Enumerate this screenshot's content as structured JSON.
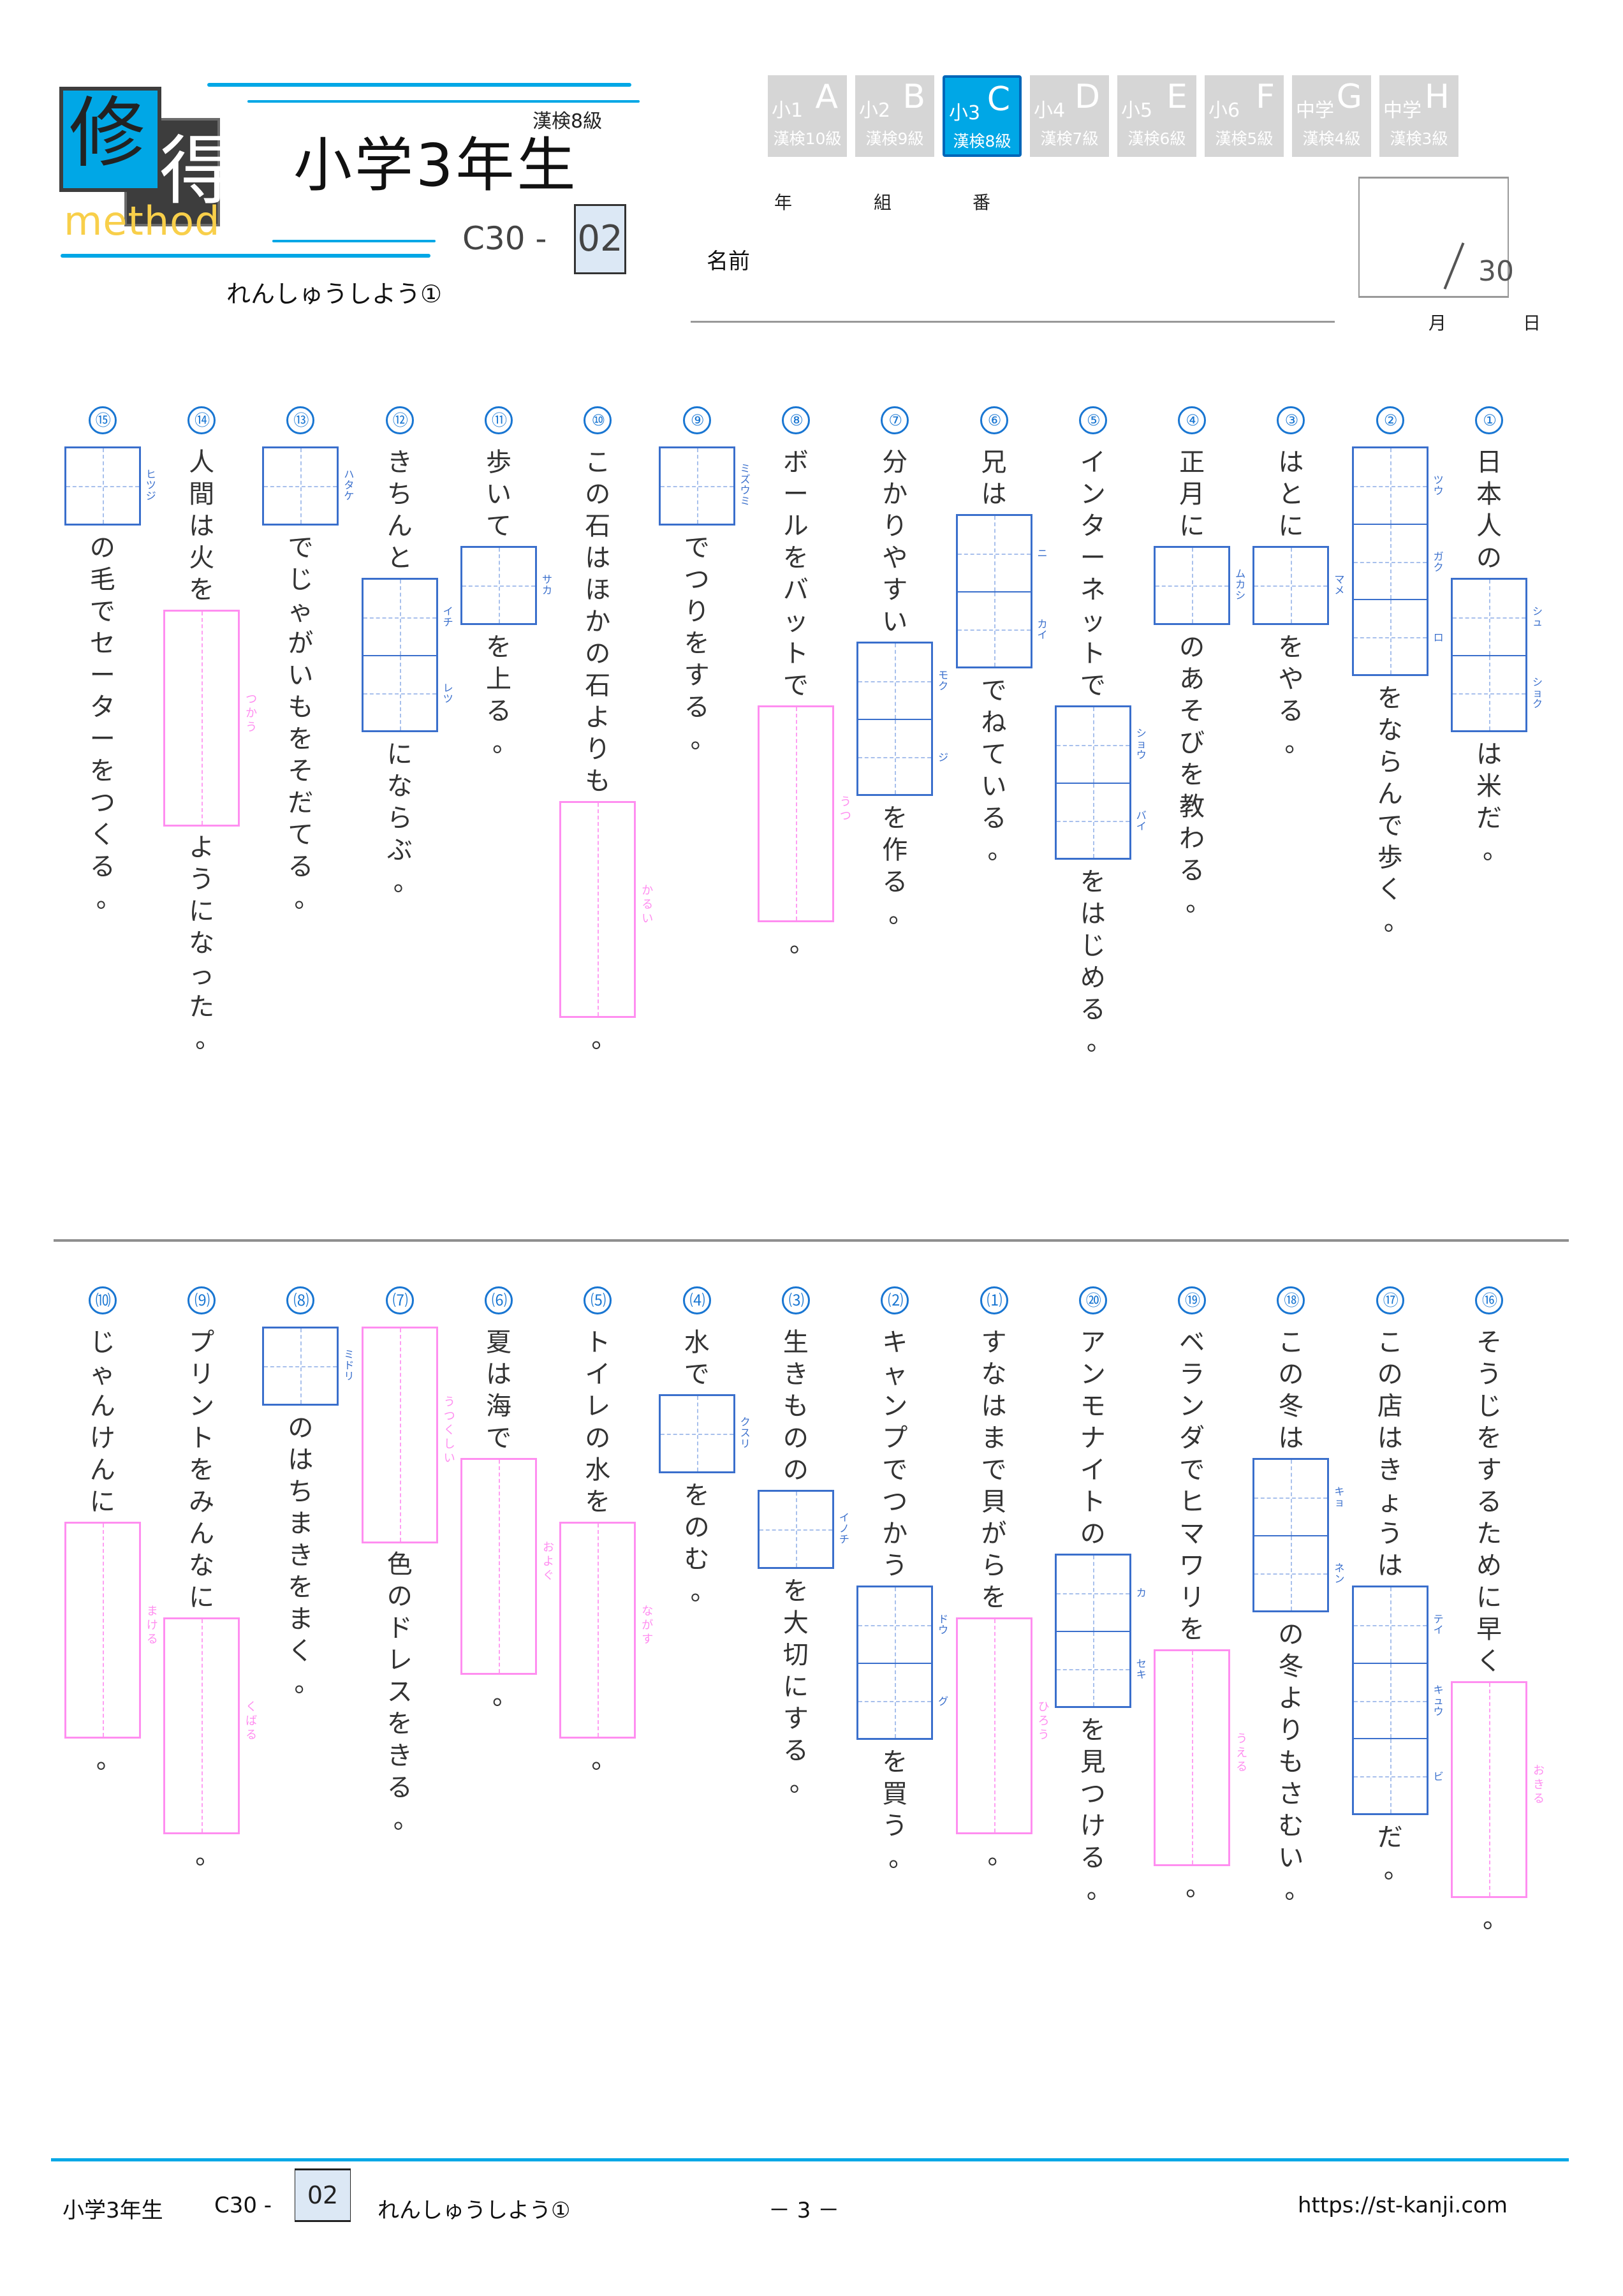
{
  "header": {
    "logo": {
      "kanji1": "修",
      "kanji2": "得",
      "word": "method"
    },
    "title": "小学3年生",
    "grade_label": "漢検8級",
    "code_prefix": "C30 -",
    "code_number": "02",
    "subtitle": "れんしゅうしよう①"
  },
  "level_tabs": [
    {
      "grade": "小1",
      "letter": "A",
      "kentei": "漢検10級",
      "active": false
    },
    {
      "grade": "小2",
      "letter": "B",
      "kentei": "漢検9級",
      "active": false
    },
    {
      "grade": "小3",
      "letter": "C",
      "kentei": "漢検8級",
      "active": true
    },
    {
      "grade": "小4",
      "letter": "D",
      "kentei": "漢検7級",
      "active": false
    },
    {
      "grade": "小5",
      "letter": "E",
      "kentei": "漢検6級",
      "active": false
    },
    {
      "grade": "小6",
      "letter": "F",
      "kentei": "漢検5級",
      "active": false
    },
    {
      "grade": "中学",
      "letter": "G",
      "kentei": "漢検4級",
      "active": false
    },
    {
      "grade": "中学",
      "letter": "H",
      "kentei": "漢検3級",
      "active": false
    }
  ],
  "student": {
    "year_label": "年",
    "class_label": "組",
    "number_label": "番",
    "name_label": "名前",
    "score_total": "30",
    "month_label": "月",
    "day_label": "日"
  },
  "colors": {
    "accent": "#00a7e6",
    "kanji_box": "#3a6fcc",
    "okurigana_box": "#ff8ef0",
    "number_circle": "#1976d2"
  },
  "questions": [
    {
      "num": "1",
      "segments": [
        {
          "t": "text",
          "v": "日本人の"
        },
        {
          "t": "kanji",
          "ruby": [
            "シュ",
            "ショク"
          ]
        },
        {
          "t": "text",
          "v": "は米だ。"
        }
      ]
    },
    {
      "num": "2",
      "segments": [
        {
          "t": "kanji",
          "ruby": [
            "ツウ",
            "ガク",
            "ロ"
          ]
        },
        {
          "t": "text",
          "v": "をならんで歩く。"
        }
      ]
    },
    {
      "num": "3",
      "segments": [
        {
          "t": "text",
          "v": "はとに"
        },
        {
          "t": "kanji",
          "ruby": [
            "マメ"
          ]
        },
        {
          "t": "text",
          "v": "をやる。"
        }
      ]
    },
    {
      "num": "4",
      "segments": [
        {
          "t": "text",
          "v": "正月に"
        },
        {
          "t": "kanji",
          "ruby": [
            "ムカシ"
          ]
        },
        {
          "t": "text",
          "v": "のあそびを教わる。"
        }
      ]
    },
    {
      "num": "5",
      "segments": [
        {
          "t": "text",
          "v": "インターネットで"
        },
        {
          "t": "kanji",
          "ruby": [
            "ショウ",
            "バイ"
          ]
        },
        {
          "t": "text",
          "v": "をはじめる。"
        }
      ]
    },
    {
      "num": "6",
      "segments": [
        {
          "t": "text",
          "v": "兄は"
        },
        {
          "t": "kanji",
          "ruby": [
            "ニ",
            "カイ"
          ]
        },
        {
          "t": "text",
          "v": "でねている。"
        }
      ]
    },
    {
      "num": "7",
      "segments": [
        {
          "t": "text",
          "v": "分かりやすい"
        },
        {
          "t": "kanji",
          "ruby": [
            "モク",
            "ジ"
          ]
        },
        {
          "t": "text",
          "v": "を作る。"
        }
      ]
    },
    {
      "num": "8",
      "segments": [
        {
          "t": "text",
          "v": "ボールをバットで"
        },
        {
          "t": "okuri",
          "ruby": "うつ"
        },
        {
          "t": "text",
          "v": "。"
        }
      ]
    },
    {
      "num": "9",
      "segments": [
        {
          "t": "kanji",
          "ruby": [
            "ミズウミ"
          ]
        },
        {
          "t": "text",
          "v": "でつりをする。"
        }
      ]
    },
    {
      "num": "10",
      "segments": [
        {
          "t": "text",
          "v": "この石はほかの石よりも"
        },
        {
          "t": "okuri",
          "ruby": "かるい"
        },
        {
          "t": "text",
          "v": "。"
        }
      ]
    },
    {
      "num": "11",
      "segments": [
        {
          "t": "text",
          "v": "歩いて"
        },
        {
          "t": "kanji",
          "ruby": [
            "サカ"
          ]
        },
        {
          "t": "text",
          "v": "を上る。"
        }
      ]
    },
    {
      "num": "12",
      "segments": [
        {
          "t": "text",
          "v": "きちんと"
        },
        {
          "t": "kanji",
          "ruby": [
            "イチ",
            "レツ"
          ]
        },
        {
          "t": "text",
          "v": "にならぶ。"
        }
      ]
    },
    {
      "num": "13",
      "segments": [
        {
          "t": "kanji",
          "ruby": [
            "ハタケ"
          ]
        },
        {
          "t": "text",
          "v": "でじゃがいもをそだてる。"
        }
      ]
    },
    {
      "num": "14",
      "segments": [
        {
          "t": "text",
          "v": "人間は火を"
        },
        {
          "t": "okuri",
          "ruby": "つかう"
        },
        {
          "t": "text",
          "v": "ようになった。"
        }
      ]
    },
    {
      "num": "15",
      "segments": [
        {
          "t": "kanji",
          "ruby": [
            "ヒツジ"
          ]
        },
        {
          "t": "text",
          "v": "の毛でセーターをつくる。"
        }
      ]
    },
    {
      "num": "16",
      "segments": [
        {
          "t": "text",
          "v": "そうじをするために早く"
        },
        {
          "t": "okuri",
          "ruby": "おきる"
        },
        {
          "t": "text",
          "v": "。"
        }
      ]
    },
    {
      "num": "17",
      "segments": [
        {
          "t": "text",
          "v": "この店はきょうは"
        },
        {
          "t": "kanji",
          "ruby": [
            "テイ",
            "キュウ",
            "ビ"
          ]
        },
        {
          "t": "text",
          "v": "だ。"
        }
      ]
    },
    {
      "num": "18",
      "segments": [
        {
          "t": "text",
          "v": "この冬は"
        },
        {
          "t": "kanji",
          "ruby": [
            "キョ",
            "ネン"
          ]
        },
        {
          "t": "text",
          "v": "の冬よりもさむい。"
        }
      ]
    },
    {
      "num": "19",
      "segments": [
        {
          "t": "text",
          "v": "ベランダでヒマワリを"
        },
        {
          "t": "okuri",
          "ruby": "うえる"
        },
        {
          "t": "text",
          "v": "。"
        }
      ]
    },
    {
      "num": "20",
      "segments": [
        {
          "t": "text",
          "v": "アンモナイトの"
        },
        {
          "t": "kanji",
          "ruby": [
            "カ",
            "セキ"
          ]
        },
        {
          "t": "text",
          "v": "を見つける。"
        }
      ]
    },
    {
      "num": "21",
      "segments": [
        {
          "t": "text",
          "v": "すなはまで貝がらを"
        },
        {
          "t": "okuri",
          "ruby": "ひろう"
        },
        {
          "t": "text",
          "v": "。"
        }
      ]
    },
    {
      "num": "22",
      "segments": [
        {
          "t": "text",
          "v": "キャンプでつかう"
        },
        {
          "t": "kanji",
          "ruby": [
            "ドウ",
            "グ"
          ]
        },
        {
          "t": "text",
          "v": "を買う。"
        }
      ]
    },
    {
      "num": "23",
      "segments": [
        {
          "t": "text",
          "v": "生きものの"
        },
        {
          "t": "kanji",
          "ruby": [
            "イノチ"
          ]
        },
        {
          "t": "text",
          "v": "を大切にする。"
        }
      ]
    },
    {
      "num": "24",
      "segments": [
        {
          "t": "text",
          "v": "水で"
        },
        {
          "t": "kanji",
          "ruby": [
            "クスリ"
          ]
        },
        {
          "t": "text",
          "v": "をのむ。"
        }
      ]
    },
    {
      "num": "25",
      "segments": [
        {
          "t": "text",
          "v": "トイレの水を"
        },
        {
          "t": "okuri",
          "ruby": "ながす"
        },
        {
          "t": "text",
          "v": "。"
        }
      ]
    },
    {
      "num": "26",
      "segments": [
        {
          "t": "text",
          "v": "夏は海で"
        },
        {
          "t": "okuri",
          "ruby": "およぐ"
        },
        {
          "t": "text",
          "v": "。"
        }
      ]
    },
    {
      "num": "27",
      "segments": [
        {
          "t": "okuri",
          "ruby": "うつくしい"
        },
        {
          "t": "text",
          "v": "色のドレスをきる。"
        }
      ]
    },
    {
      "num": "28",
      "segments": [
        {
          "t": "kanji",
          "ruby": [
            "ミドリ"
          ]
        },
        {
          "t": "text",
          "v": "のはちまきをまく。"
        }
      ]
    },
    {
      "num": "29",
      "segments": [
        {
          "t": "text",
          "v": "プリントをみんなに"
        },
        {
          "t": "okuri",
          "ruby": "くばる"
        },
        {
          "t": "text",
          "v": "。"
        }
      ]
    },
    {
      "num": "30",
      "segments": [
        {
          "t": "text",
          "v": "じゃんけんに"
        },
        {
          "t": "okuri",
          "ruby": "まける"
        },
        {
          "t": "text",
          "v": "。"
        }
      ]
    }
  ],
  "footer": {
    "title": "小学3年生",
    "code_prefix": "C30 -",
    "code_number": "02",
    "subtitle": "れんしゅうしよう①",
    "page": "－ 3 －",
    "url": "https://st-kanji.com"
  }
}
